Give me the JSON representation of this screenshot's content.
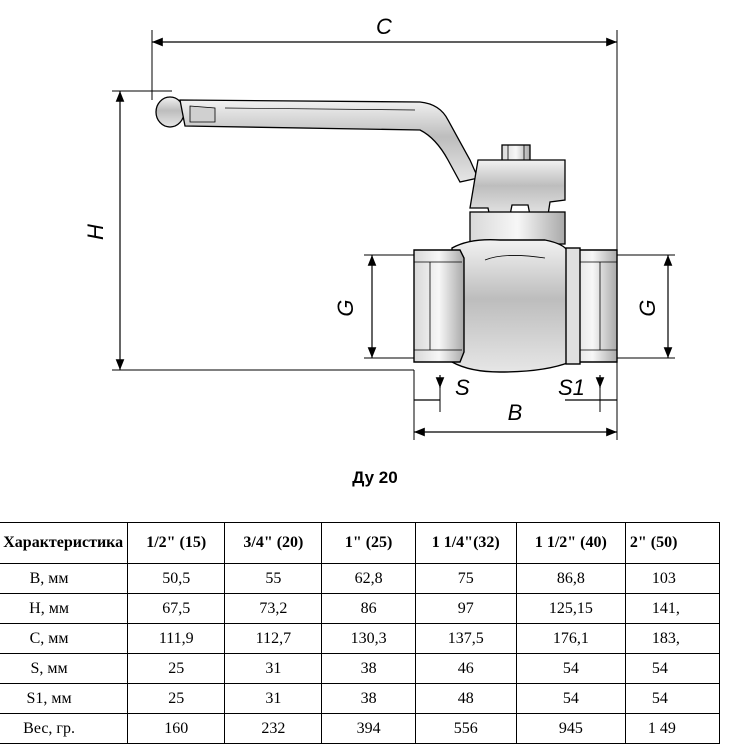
{
  "drawing": {
    "dim_labels": {
      "c": "C",
      "h": "H",
      "g_left": "G",
      "g_right": "G",
      "s": "S",
      "s1": "S1",
      "b": "B"
    }
  },
  "caption": "Ду 20",
  "table": {
    "headers": [
      "Характеристика",
      "1/2\" (15)",
      "3/4\" (20)",
      "1\" (25)",
      "1 1/4\"(32)",
      "1 1/2\" (40)",
      "2\" (50)"
    ],
    "rows": [
      [
        "B, мм",
        "50,5",
        "55",
        "62,8",
        "75",
        "86,8",
        "103"
      ],
      [
        "H, мм",
        "67,5",
        "73,2",
        "86",
        "97",
        "125,15",
        "141,"
      ],
      [
        "C, мм",
        "111,9",
        "112,7",
        "130,3",
        "137,5",
        "176,1",
        "183,"
      ],
      [
        "S, мм",
        "25",
        "31",
        "38",
        "46",
        "54",
        "54"
      ],
      [
        "S1, мм",
        "25",
        "31",
        "38",
        "48",
        "54",
        "54"
      ],
      [
        "Вес, гр.",
        "160",
        "232",
        "394",
        "556",
        "945",
        "1 49"
      ]
    ]
  }
}
